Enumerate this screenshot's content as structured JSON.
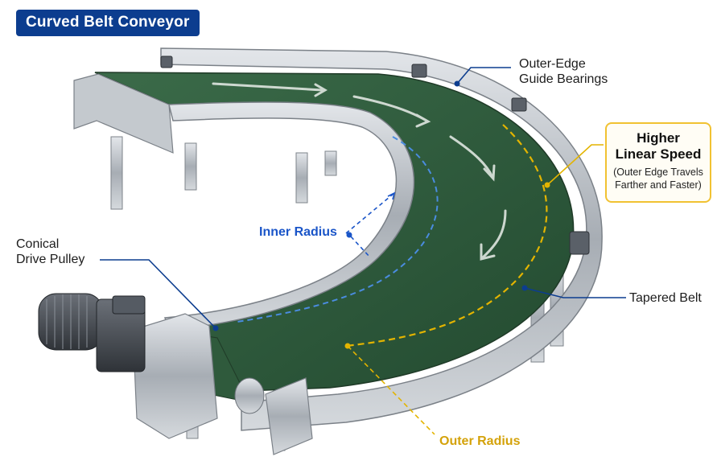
{
  "title": "Curved Belt Conveyor",
  "labels": {
    "outer_edge_bearings": [
      "Outer-Edge",
      "Guide Bearings"
    ],
    "higher_speed_title": [
      "Higher",
      "Linear Speed"
    ],
    "higher_speed_note": [
      "(Outer Edge Travels",
      "Farther and Faster)"
    ],
    "inner_radius": "Inner Radius",
    "conical_drive_pulley": [
      "Conical",
      "Drive Pulley"
    ],
    "tapered_belt": "Tapered Belt",
    "outer_radius": "Outer Radius"
  },
  "colors": {
    "title_bg": "#0c3d8f",
    "belt": "#2f5a3c",
    "frame": "#b9bec4",
    "blue_callout": "#1a55c8",
    "gold_callout": "#e0b000",
    "leader_dark": "#0c3d8f"
  }
}
